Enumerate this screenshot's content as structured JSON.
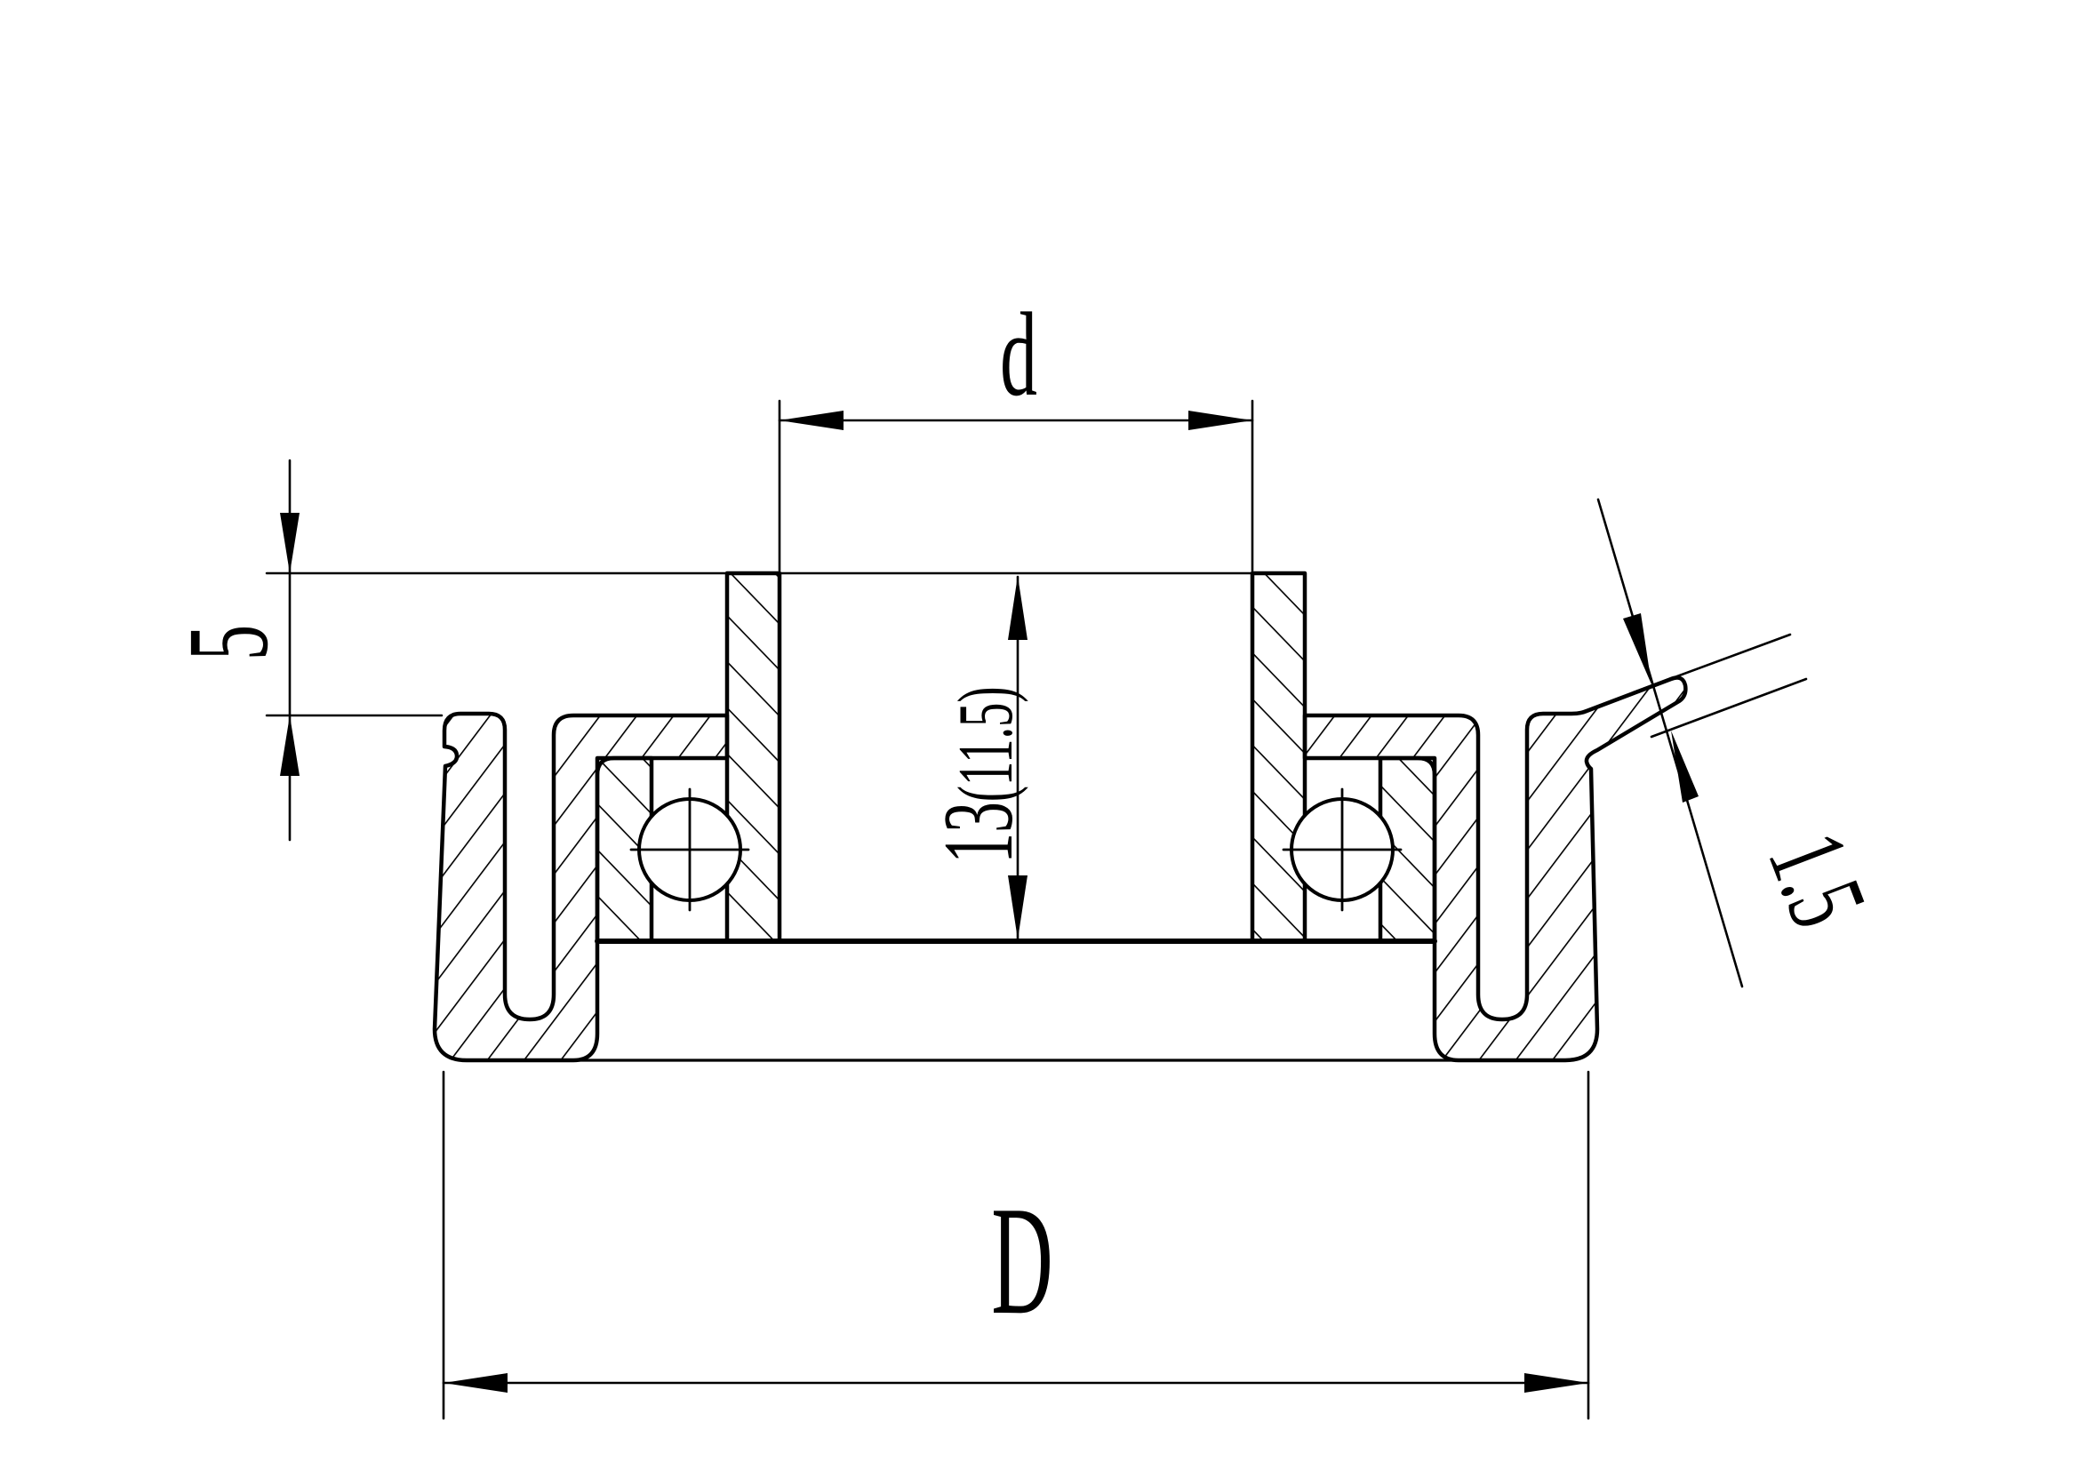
{
  "page": {
    "background": "#ffffff",
    "line_color": "#000000"
  },
  "drawing": {
    "kind": "bearing-unit-cross-section",
    "dimensions": {
      "bore": {
        "label": "d"
      },
      "protrusion": {
        "label": "5"
      },
      "height_main": {
        "label": "13"
      },
      "height_ref": {
        "label": "(11.5)"
      },
      "lip": {
        "label": "1.5"
      },
      "outer": {
        "label": "D"
      }
    }
  }
}
